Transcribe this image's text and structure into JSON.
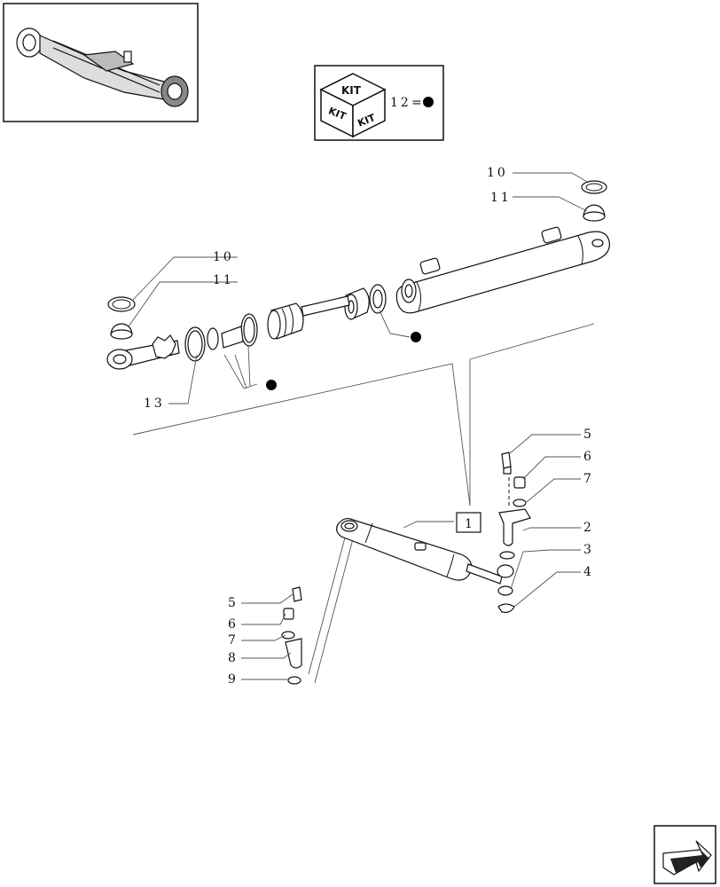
{
  "kit": {
    "cube_top": "KIT",
    "cube_left": "KIT",
    "cube_right": "KIT",
    "equation_number": "12",
    "equals": "="
  },
  "callouts": {
    "c10_top": "10",
    "c11_top": "11",
    "c10_left": "10",
    "c11_left": "11",
    "c13": "13",
    "c1": "1",
    "c5_right": "5",
    "c6_right": "6",
    "c7_right": "7",
    "c2": "2",
    "c3": "3",
    "c4": "4",
    "c5_left": "5",
    "c6_left": "6",
    "c7_left": "7",
    "c8": "8",
    "c9": "9"
  },
  "icons": {
    "thumbnail": "axle-thumbnail-icon",
    "kit_cube": "kit-cube-icon",
    "next_page": "next-page-arrow-icon"
  }
}
